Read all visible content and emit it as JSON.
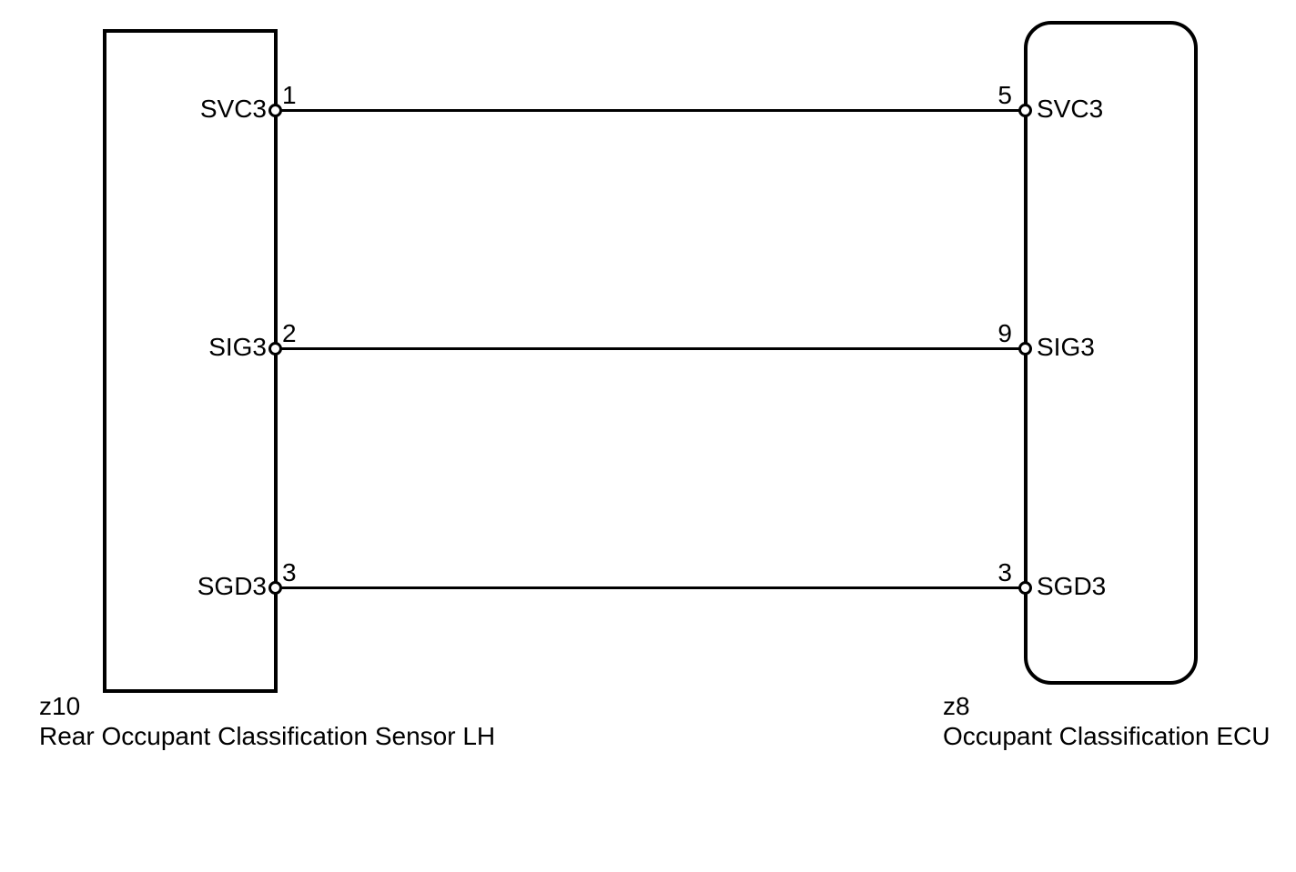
{
  "diagram": {
    "background_color": "#ffffff",
    "line_color": "#000000",
    "left_component": {
      "id": "z10",
      "name": "Rear Occupant Classification Sensor LH",
      "shape": "rectangle",
      "pins": [
        {
          "number": "1",
          "label": "SVC3"
        },
        {
          "number": "2",
          "label": "SIG3"
        },
        {
          "number": "3",
          "label": "SGD3"
        }
      ]
    },
    "right_component": {
      "id": "z8",
      "name": "Occupant Classification ECU",
      "shape": "rounded-rectangle",
      "pins": [
        {
          "number": "5",
          "label": "SVC3"
        },
        {
          "number": "9",
          "label": "SIG3"
        },
        {
          "number": "3",
          "label": "SGD3"
        }
      ]
    },
    "wires": [
      {
        "signal": "SVC3",
        "from": "z10 pin 1",
        "to": "z8 pin 5"
      },
      {
        "signal": "SIG3",
        "from": "z10 pin 2",
        "to": "z8 pin 9"
      },
      {
        "signal": "SGD3",
        "from": "z10 pin 3",
        "to": "z8 pin 3"
      }
    ]
  }
}
